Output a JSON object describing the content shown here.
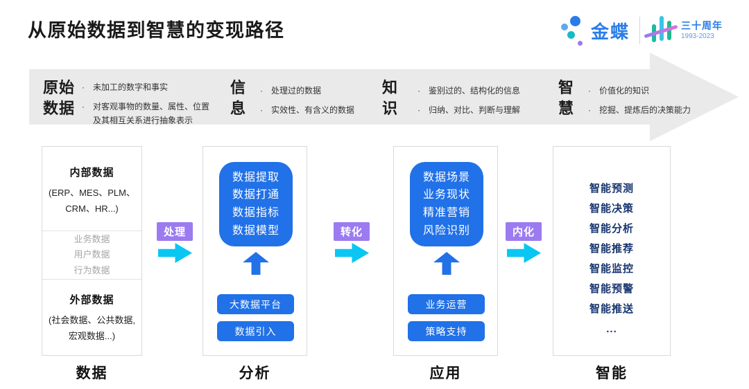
{
  "title": "从原始数据到智慧的变现路径",
  "logo": {
    "brand": "金蝶",
    "anniversary": "三十周年",
    "years": "1993-2023"
  },
  "banner": {
    "stages": [
      {
        "name": "原始\n数据",
        "bullets": [
          "未加工的数字和事实",
          "对客观事物的数量、属性、位置及其相互关系进行抽象表示"
        ]
      },
      {
        "name": "信\n息",
        "bullets": [
          "处理过的数据",
          "实效性、有含义的数据"
        ]
      },
      {
        "name": "知\n识",
        "bullets": [
          "鉴别过的、结构化的信息",
          "归纳、对比、判断与理解"
        ]
      },
      {
        "name": "智\n慧",
        "bullets": [
          "价值化的知识",
          "挖掘、提炼后的决策能力"
        ]
      }
    ]
  },
  "arrows": {
    "labels": [
      "处理",
      "转化",
      "内化"
    ]
  },
  "columns": [
    {
      "label": "数据",
      "internal": {
        "title": "内部数据",
        "desc": "(ERP、MES、PLM、\nCRM、HR...)"
      },
      "middle_items": [
        "业务数据",
        "用户数据",
        "行为数据"
      ],
      "external": {
        "title": "外部数据",
        "desc": "(社会数据、公共数据,\n宏观数据...)"
      }
    },
    {
      "label": "分析",
      "box_lines": "数据提取\n数据打通\n数据指标\n数据模型",
      "buttons": [
        "大数据平台",
        "数据引入"
      ]
    },
    {
      "label": "应用",
      "box_lines": "数据场景\n业务现状\n精准营销\n风险识别",
      "buttons": [
        "业务运营",
        "策略支持"
      ]
    },
    {
      "label": "智能",
      "items": [
        "智能预测",
        "智能决策",
        "智能分析",
        "智能推荐",
        "智能监控",
        "智能预警",
        "智能推送",
        "..."
      ]
    }
  ],
  "colors": {
    "blue": "#2171e8",
    "cyan": "#0ac6f2",
    "purple": "#9c7bf0",
    "navy": "#17356f",
    "banner_gray": "#eaeaea",
    "brand_blue": "#2a7de9"
  }
}
